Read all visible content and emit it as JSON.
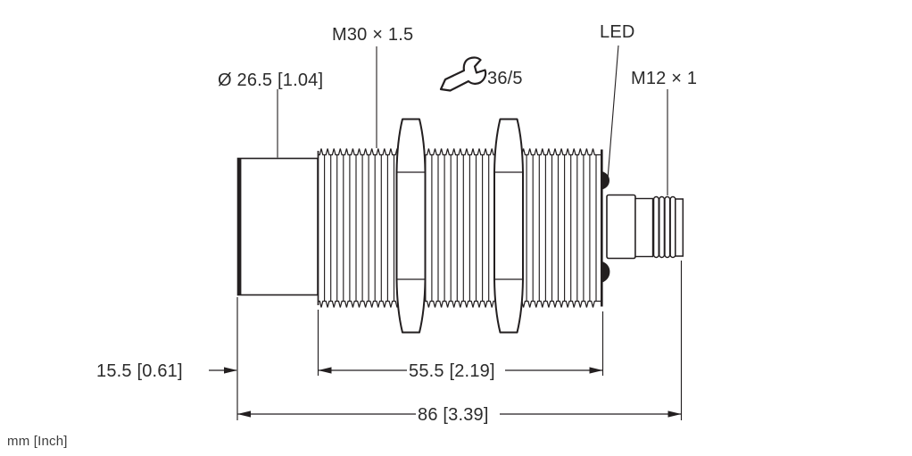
{
  "labels": {
    "head_diameter": "Ø 26.5 [1.04]",
    "thread_spec": "M30 × 1.5",
    "led": "LED",
    "connector_spec": "M12 × 1",
    "wrench_size": "36/5"
  },
  "dimensions": {
    "head_length": "15.5 [0.61]",
    "thread_length": "55.5 [2.19]",
    "overall_length": "86 [3.39]"
  },
  "footer": {
    "units_note": "mm [Inch]"
  },
  "icons": {
    "wrench": "wrench-icon"
  },
  "colors": {
    "line": "#231f20",
    "text": "#2b2b2b",
    "background": "#ffffff"
  }
}
